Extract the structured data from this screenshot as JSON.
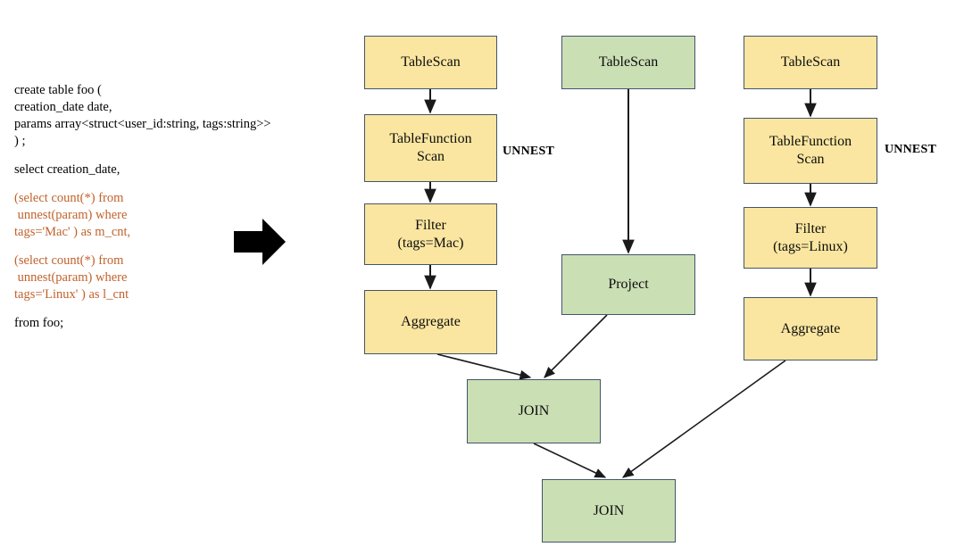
{
  "sql": {
    "lines": [
      {
        "text": "create table foo (",
        "highlight": false
      },
      {
        "text": "creation_date date,",
        "highlight": false
      },
      {
        "text": "params array<struct<user_id:string, tags:string>>",
        "highlight": false
      },
      {
        "text": ") ;",
        "highlight": false
      },
      {
        "text": "",
        "highlight": false,
        "blank": true
      },
      {
        "text": "select creation_date,",
        "highlight": false
      },
      {
        "text": "",
        "highlight": false,
        "blank": true
      },
      {
        "text": "(select count(*) from",
        "highlight": true
      },
      {
        "text": " unnest(param) where",
        "highlight": true
      },
      {
        "text": "tags='Mac' ) as m_cnt,",
        "highlight": true
      },
      {
        "text": "",
        "highlight": false,
        "blank": true
      },
      {
        "text": "(select count(*) from",
        "highlight": true
      },
      {
        "text": " unnest(param) where",
        "highlight": true
      },
      {
        "text": "tags='Linux' ) as l_cnt",
        "highlight": true
      },
      {
        "text": "",
        "highlight": false,
        "blank": true
      },
      {
        "text": "from foo;",
        "highlight": false
      }
    ]
  },
  "transform_arrow": {
    "name": "right-arrow",
    "glyph": "➡"
  },
  "colors": {
    "yellow_fill": "#fae6a0",
    "green_fill": "#cbdfb5",
    "node_border": "#44546a",
    "sql_highlight": "#c0622c",
    "edge": "#1a1a1a"
  },
  "plan": {
    "annotations": [
      {
        "id": "unnest-left",
        "label": "UNNEST"
      },
      {
        "id": "unnest-right",
        "label": "UNNEST"
      }
    ],
    "nodes": [
      {
        "id": "left-tablescan",
        "label": "TableScan",
        "color": "yellow"
      },
      {
        "id": "left-tablefunctionscan",
        "label": "TableFunction\nScan",
        "color": "yellow"
      },
      {
        "id": "left-filter",
        "label": "Filter\n(tags=Mac)",
        "color": "yellow"
      },
      {
        "id": "left-aggregate",
        "label": "Aggregate",
        "color": "yellow"
      },
      {
        "id": "mid-tablescan",
        "label": "TableScan",
        "color": "green"
      },
      {
        "id": "mid-project",
        "label": "Project",
        "color": "green"
      },
      {
        "id": "right-tablescan",
        "label": "TableScan",
        "color": "yellow"
      },
      {
        "id": "right-tablefunctionscan",
        "label": "TableFunction\nScan",
        "color": "yellow"
      },
      {
        "id": "right-filter",
        "label": "Filter\n(tags=Linux)",
        "color": "yellow"
      },
      {
        "id": "right-aggregate",
        "label": "Aggregate",
        "color": "yellow"
      },
      {
        "id": "join-upper",
        "label": "JOIN",
        "color": "green"
      },
      {
        "id": "join-lower",
        "label": "JOIN",
        "color": "green"
      }
    ],
    "edges": [
      {
        "from": "left-tablescan",
        "to": "left-tablefunctionscan"
      },
      {
        "from": "left-tablefunctionscan",
        "to": "left-filter"
      },
      {
        "from": "left-filter",
        "to": "left-aggregate"
      },
      {
        "from": "left-aggregate",
        "to": "join-upper"
      },
      {
        "from": "mid-tablescan",
        "to": "mid-project"
      },
      {
        "from": "mid-project",
        "to": "join-upper"
      },
      {
        "from": "right-tablescan",
        "to": "right-tablefunctionscan"
      },
      {
        "from": "right-tablefunctionscan",
        "to": "right-filter"
      },
      {
        "from": "right-filter",
        "to": "right-aggregate"
      },
      {
        "from": "right-aggregate",
        "to": "join-lower"
      },
      {
        "from": "join-upper",
        "to": "join-lower"
      }
    ]
  }
}
